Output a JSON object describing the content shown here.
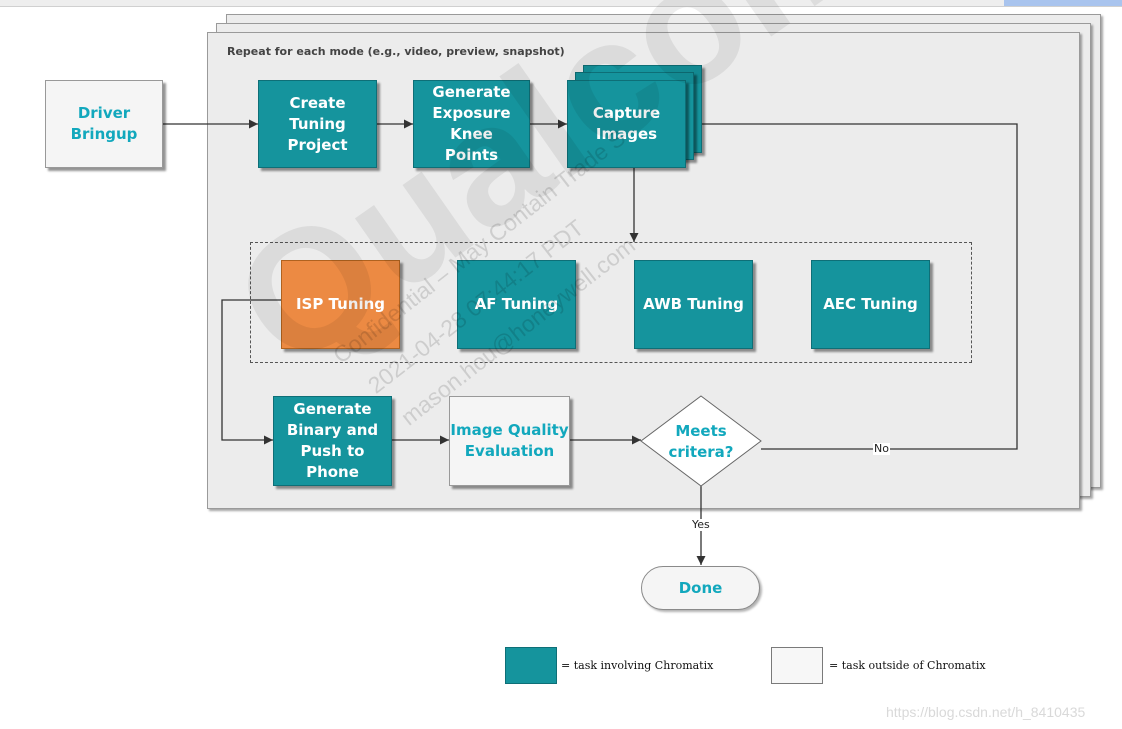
{
  "diagram": {
    "group_label": "Repeat for each mode (e.g., video, preview, snapshot)",
    "nodes": {
      "driver_bringup": "Driver Bringup",
      "create_tuning_project": [
        "Create Tuning",
        "Project"
      ],
      "generate_exposure_knee_points": [
        "Generate",
        "Exposure Knee",
        "Points"
      ],
      "capture_images": [
        "Capture",
        "Images"
      ],
      "isp_tuning": "ISP Tuning",
      "af_tuning": "AF Tuning",
      "awb_tuning": "AWB Tuning",
      "aec_tuning": "AEC Tuning",
      "generate_binary": [
        "Generate",
        "Binary and",
        "Push to Phone"
      ],
      "image_quality_evaluation": [
        "Image Quality",
        "Evaluation"
      ],
      "meets_criteria": [
        "Meets",
        "critera?"
      ],
      "done": "Done"
    },
    "edge_labels": {
      "no": "No",
      "yes": "Yes"
    }
  },
  "legend": {
    "chromatix_task": "= task involving Chromatix",
    "outside_task": "= task outside of Chromatix"
  },
  "colors": {
    "teal_task": "#15949d",
    "outside_task": "#f5f5f5",
    "isp_highlight": "#ec8a43",
    "label_text": "#12a8bd"
  },
  "watermark": {
    "logo": "Qualcomm",
    "lines": [
      "Confidential – May Contain Trade S",
      "2021-04-28 07:44:17 PDT",
      "mason.hou@honeywell.com"
    ]
  },
  "credit": "https://blog.csdn.net/h_8410435"
}
